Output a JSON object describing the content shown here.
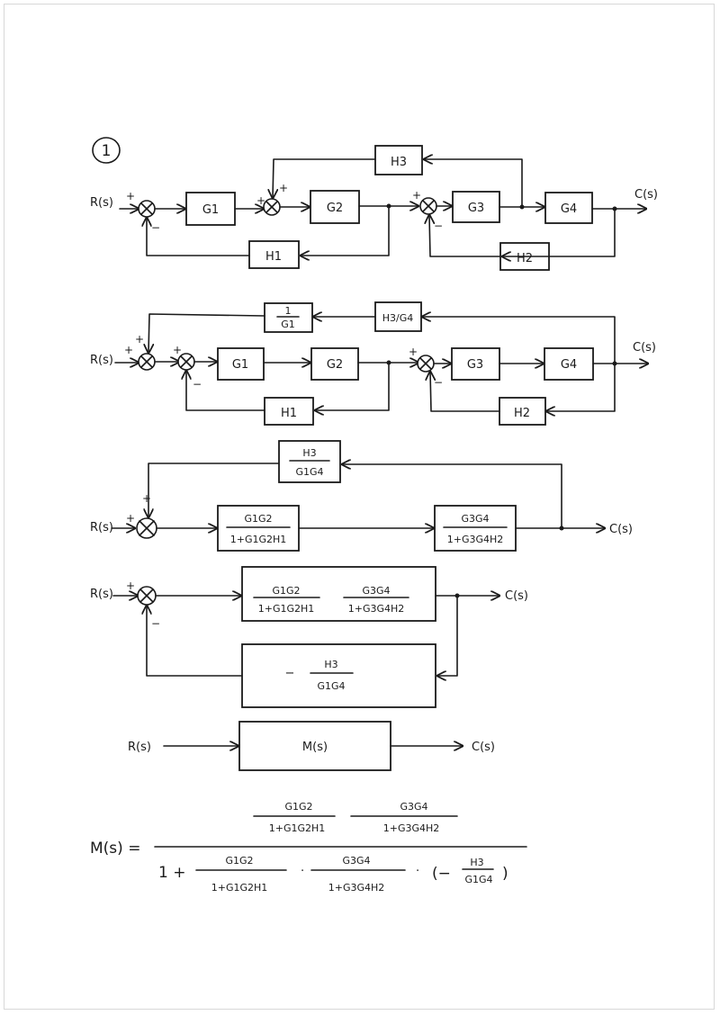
{
  "problem_number": "1",
  "signal_in": "R(s)",
  "signal_out": "C(s)",
  "diagram1": {
    "blocks": {
      "g1": "G1",
      "g2": "G2",
      "g3": "G3",
      "g4": "G4",
      "h1": "H1",
      "h2": "H2",
      "h3": "H3"
    },
    "signs": {
      "s1_in": "+",
      "s1_fb": "−",
      "s2_in": "+",
      "s2_fb": "+",
      "s3_in": "+",
      "s3_fb": "−"
    }
  },
  "diagram2": {
    "blocks": {
      "inv_g1_num": "1",
      "inv_g1_den": "G1",
      "h3_over_g4": "H3/G4",
      "g1": "G1",
      "g2": "G2",
      "g3": "G3",
      "g4": "G4",
      "h1": "H1",
      "h2": "H2"
    },
    "signs": {
      "s0_in": "+",
      "s0_fb": "+",
      "s1_in": "+",
      "s1_fb": "−",
      "s3_in": "+",
      "s3_fb": "−"
    }
  },
  "diagram3": {
    "feedback": {
      "num": "H3",
      "den": "G1G4"
    },
    "forward1": {
      "num": "G1G2",
      "den": "1+G1G2H1"
    },
    "forward2": {
      "num": "G3G4",
      "den": "1+G3G4H2"
    },
    "signs": {
      "in": "+",
      "fb": "+"
    }
  },
  "diagram4": {
    "forward1": {
      "num": "G1G2",
      "den": "1+G1G2H1"
    },
    "forward2": {
      "num": "G3G4",
      "den": "1+G3G4H2"
    },
    "feedback": {
      "prefix": "−",
      "num": "H3",
      "den": "G1G4"
    },
    "signs": {
      "in": "+",
      "fb": "−"
    }
  },
  "diagram5": {
    "block": "M(s)"
  },
  "equation": {
    "lhs": "M(s) =",
    "num1": {
      "num": "G1G2",
      "den": "1+G1G2H1"
    },
    "num2": {
      "num": "G3G4",
      "den": "1+G3G4H2"
    },
    "den_one": "1 +",
    "den1": {
      "num": "G1G2",
      "den": "1+G1G2H1"
    },
    "den_dot1": "·",
    "den2": {
      "num": "G3G4",
      "den": "1+G3G4H2"
    },
    "den_dot2": "·",
    "den3": {
      "prefix": "(−",
      "num": "H3",
      "den": "G1G4",
      "suffix": ")"
    }
  }
}
